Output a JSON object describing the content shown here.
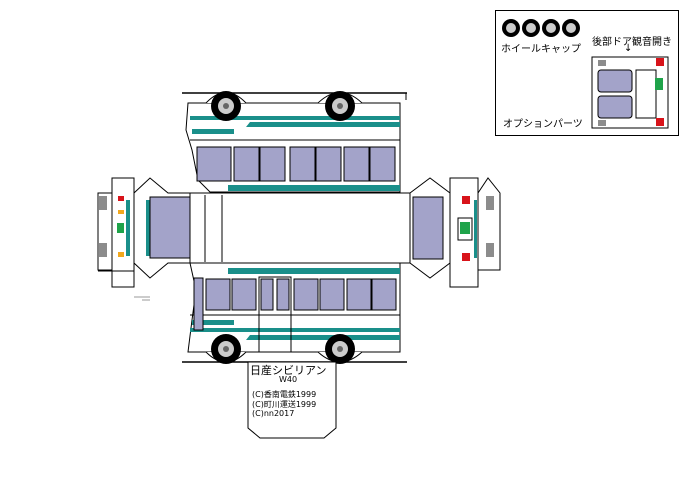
{
  "sheet": {
    "title_line1": "日産シビリアン",
    "title_line2": "W40",
    "credits": [
      "(C)香南電鉄1999",
      "(C)町川運送1999",
      "(C)nn2017"
    ]
  },
  "option_box": {
    "wheel_cap_label": "ホイールキャップ",
    "rear_door_label": "後部ドア観音開き",
    "arrow": "↓",
    "option_parts_label": "オプションパーツ"
  },
  "colors": {
    "teal": "#1a8f8a",
    "window": "#a3a3c9",
    "grey": "#8c8c8c",
    "tire": "#000000",
    "light_red": "#d8131a",
    "light_green": "#1fa34a",
    "amber": "#f2a81d"
  }
}
